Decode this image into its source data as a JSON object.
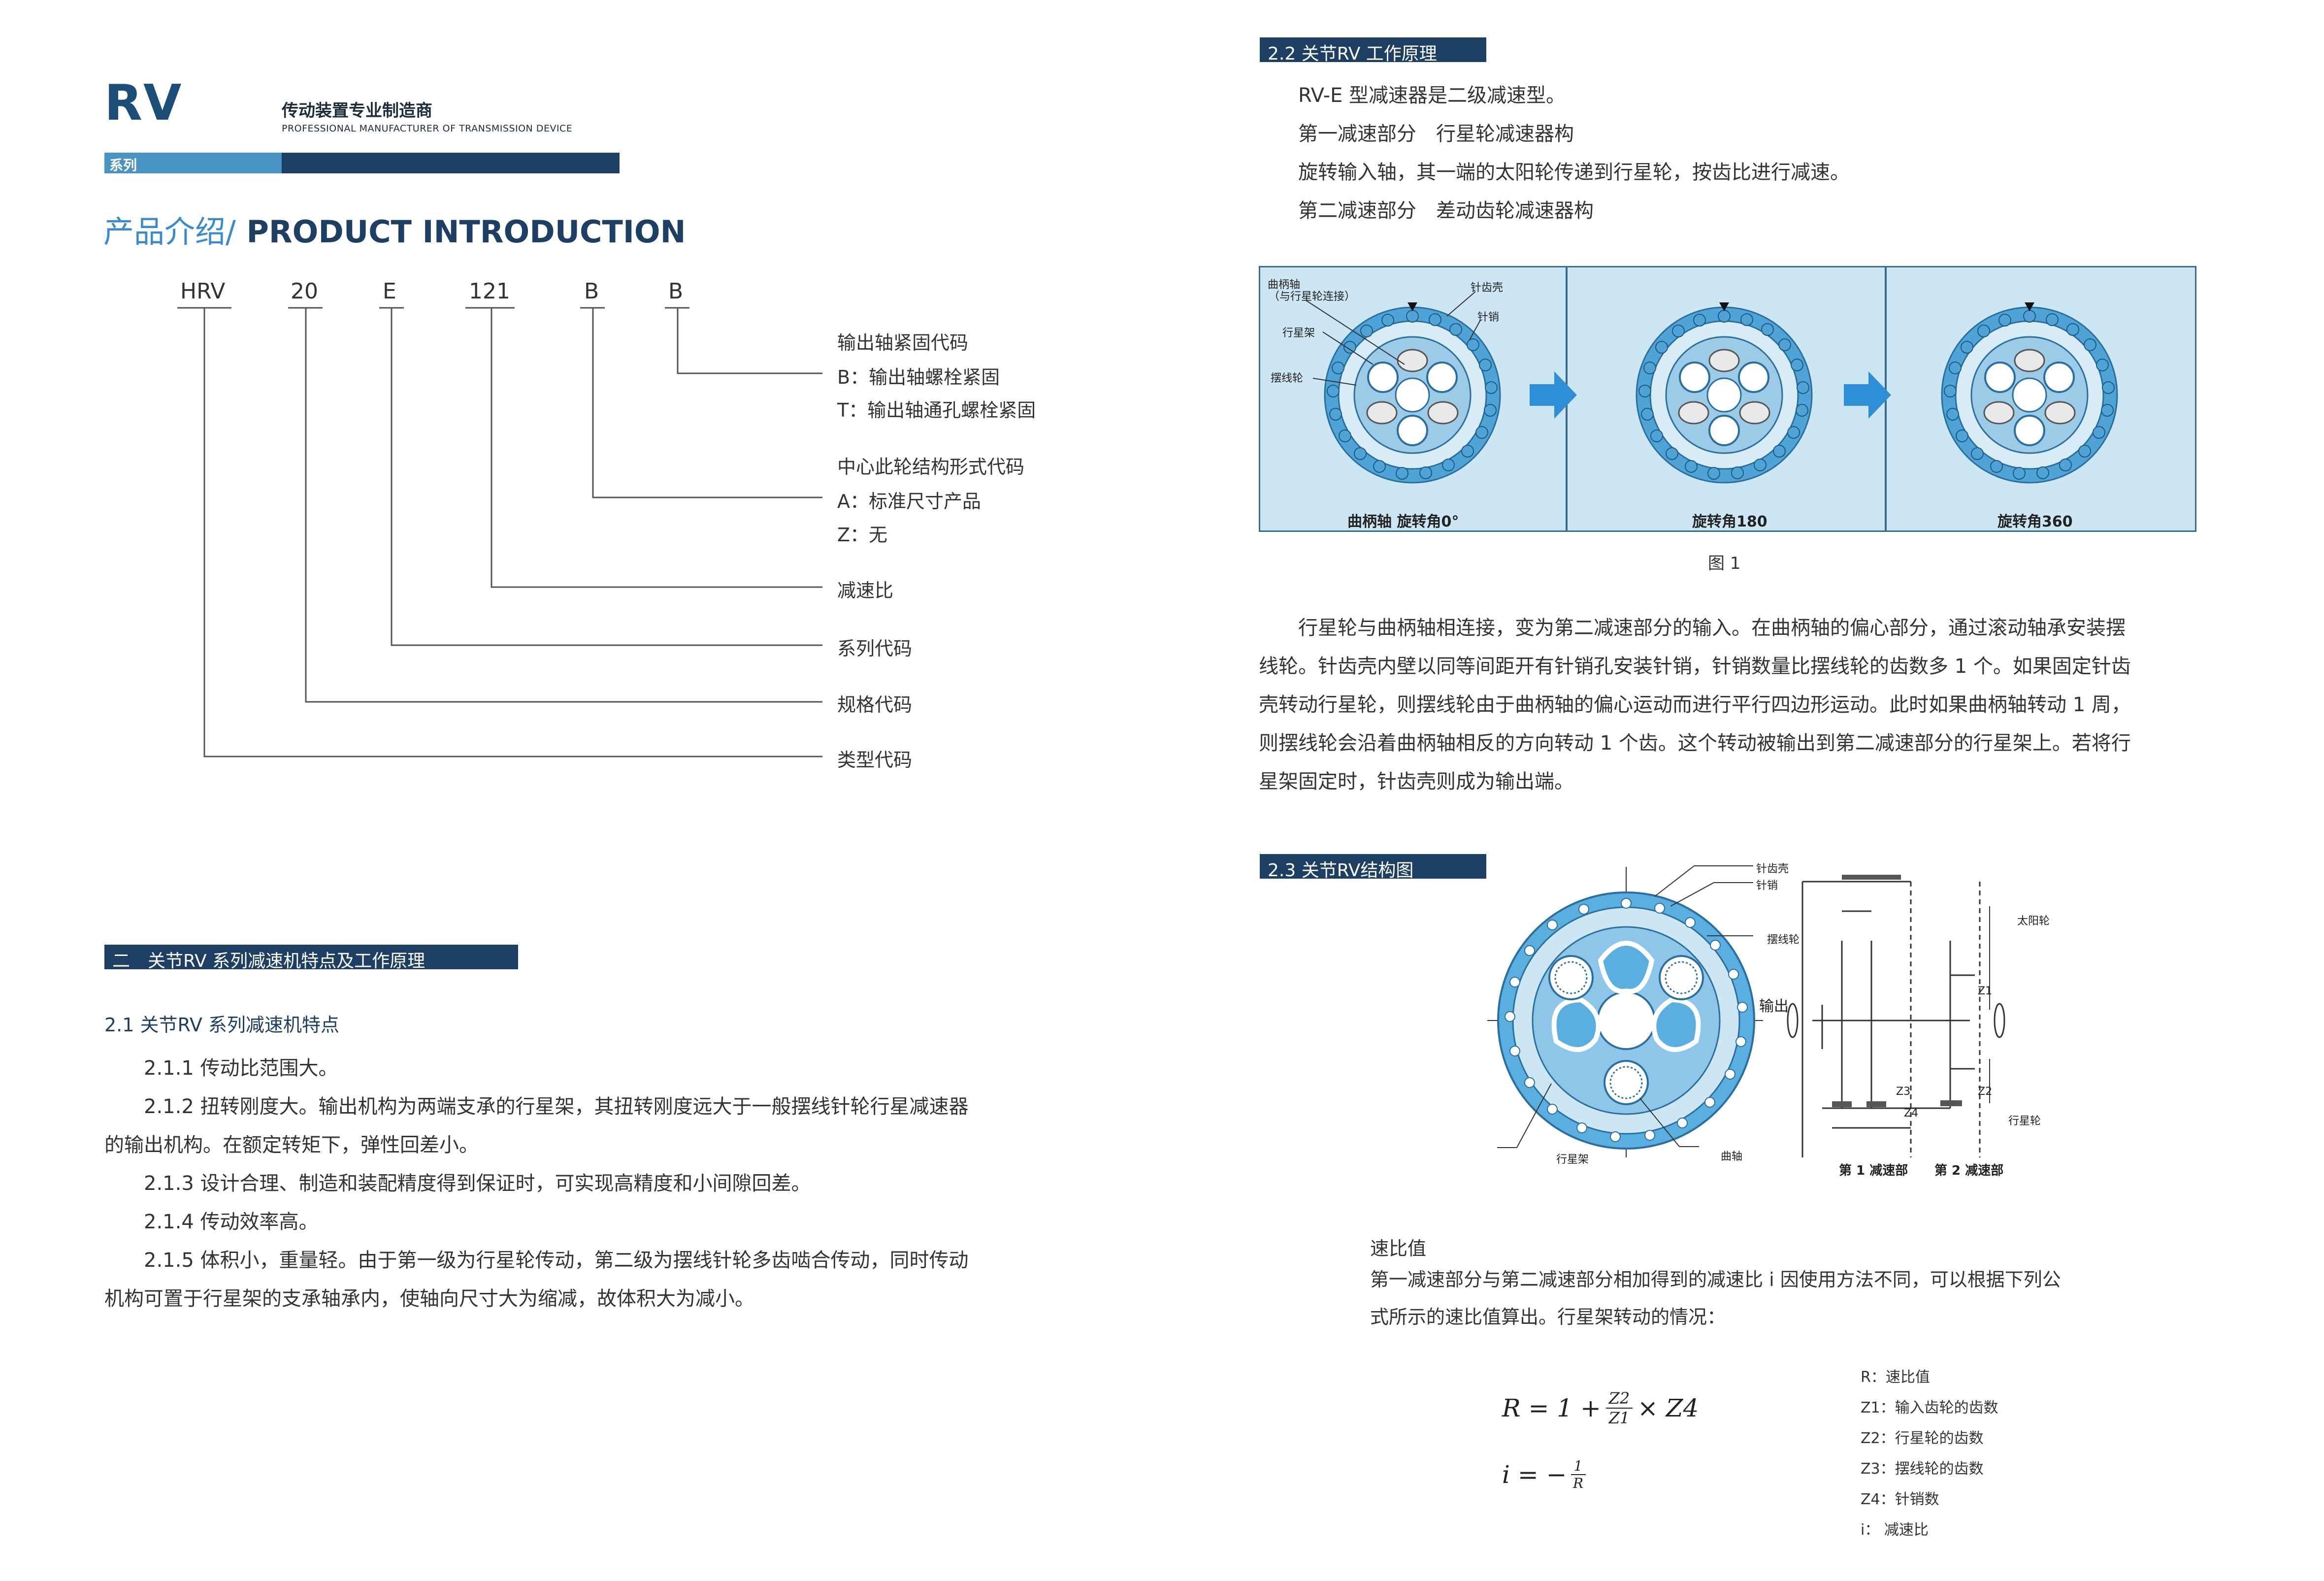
{
  "header": {
    "brand": "RV",
    "tagline_cn": "传动装置专业制造商",
    "tagline_en": "PROFESSIONAL MANUFACTURER OF TRANSMISSION DEVICE",
    "series_label": "系列"
  },
  "intro": {
    "heading_cn": "产品介绍/",
    "heading_en": " PRODUCT INTRODUCTION"
  },
  "model_code": {
    "parts": [
      "HRV",
      "20",
      "E",
      "121",
      "B",
      "B"
    ],
    "descriptions": [
      "输出轴紧固代码",
      "B：输出轴螺栓紧固",
      "T：输出轴通孔螺栓紧固",
      "中心此轮结构形式代码",
      "A：标准尺寸产品",
      "Z：无",
      "减速比",
      "系列代码",
      "规格代码",
      "类型代码"
    ]
  },
  "section2": {
    "title": "二　关节RV 系列减速机特点及工作原理",
    "sub_title": "2.1  关节RV 系列减速机特点",
    "lines": [
      "2.1.1 传动比范围大。",
      "2.1.2 扭转刚度大。输出机构为两端支承的行星架，其扭转刚度远大于一般摆线针轮行星减速器",
      "的输出机构。在额定转矩下，弹性回差小。",
      "2.1.3 设计合理、制造和装配精度得到保证时，可实现高精度和小间隙回差。",
      "2.1.4 传动效率高。",
      "2.1.5 体积小，重量轻。由于第一级为行星轮传动，第二级为摆线针轮多齿啮合传动，同时传动",
      "机构可置于行星架的支承轴承内，使轴向尺寸大为缩减，故体积大为减小。"
    ]
  },
  "section22": {
    "title": "2.2  关节RV 工作原理",
    "lines": [
      "RV-E 型减速器是二级减速型。",
      "第一减速部分　行星轮减速器构",
      "旋转输入轴，其一端的太阳轮传递到行星轮，按齿比进行减速。",
      "第二减速部分　差动齿轮减速器构"
    ],
    "figure": {
      "labels": [
        "曲柄轴",
        "（与行星轮连接）",
        "针齿壳",
        "针销",
        "行星架",
        "摆线轮"
      ],
      "captions": [
        "曲柄轴  旋转角0°",
        "旋转角180",
        "旋转角360"
      ],
      "number": "图 1"
    },
    "paragraph": [
      "行星轮与曲柄轴相连接，变为第二减速部分的输入。在曲柄轴的偏心部分，通过滚动轴承安装摆",
      "线轮。针齿壳内壁以同等间距开有针销孔安装针销，针销数量比摆线轮的齿数多 1 个。如果固定针齿",
      "壳转动行星轮，则摆线轮由于曲柄轴的偏心运动而进行平行四边形运动。此时如果曲柄轴转动 1 周，",
      "则摆线轮会沿着曲柄轴相反的方向转动 1 个齿。这个转动被输出到第二减速部分的行星架上。若将行",
      "星架固定时，针齿壳则成为输出端。"
    ]
  },
  "section23": {
    "title": "2.3  关节RV结构图",
    "labels": {
      "pin_housing": "针齿壳",
      "pin": "针销",
      "cycloid": "摆线轮",
      "output": "输出",
      "sun": "太阳轮",
      "planet_gear": "行星轮",
      "carrier": "行星架",
      "crank": "曲轴",
      "stage1": "第 1 减速部",
      "stage2": "第 2 减速部",
      "z1": "Z1",
      "z2": "Z2",
      "z3": "Z3",
      "z4": "Z4"
    }
  },
  "ratio": {
    "title": "速比值",
    "lines": [
      "第一减速部分与第二减速部分相加得到的减速比 i 因使用方法不同，可以根据下列公",
      "式所示的速比值算出。行星架转动的情况："
    ],
    "formula1": "R = 1 +",
    "formula1_num": "Z2",
    "formula1_den": "Z1",
    "formula1_tail": "× Z4",
    "formula2": "i = −",
    "formula2_num": "1",
    "formula2_den": "R",
    "legend": [
      "R：速比值",
      "Z1：输入齿轮的齿数",
      "Z2：行星轮的齿数",
      "Z3：摆线轮的齿数",
      "Z4：针销数",
      "i：  减速比"
    ]
  },
  "colors": {
    "navy": "#1c3f63",
    "blue": "#4a94c4",
    "light_blue": "#cde6f4",
    "arrow_blue": "#2e8fd6"
  }
}
